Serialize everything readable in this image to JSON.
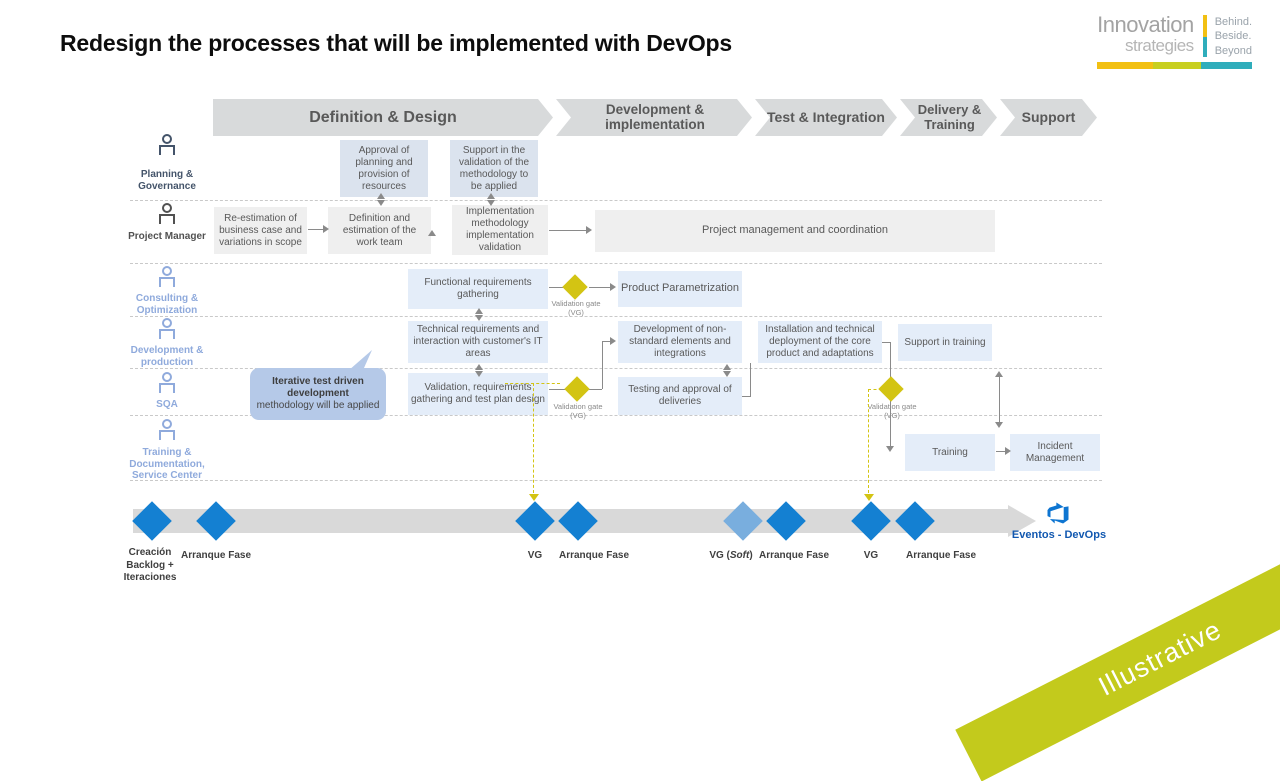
{
  "title": "Redesign the processes that will be implemented with DevOps",
  "logo": {
    "name_top": "Innovation",
    "name_bottom": "strategies",
    "tagline": [
      "Behind.",
      "Beside.",
      "Beyond"
    ]
  },
  "phases": [
    {
      "label": "Definition & Design"
    },
    {
      "label": "Development & implementation"
    },
    {
      "label": "Test & Integration"
    },
    {
      "label": "Delivery & Training"
    },
    {
      "label": "Support"
    }
  ],
  "lanes": [
    {
      "label": "Planning & Governance",
      "color": "#44546a"
    },
    {
      "label": "Project Manager",
      "color": "#515151"
    },
    {
      "label": "Consulting & Optimization",
      "color": "#8faadc"
    },
    {
      "label": "Development & production",
      "color": "#8faadc"
    },
    {
      "label": "SQA",
      "color": "#8faadc"
    },
    {
      "label": "Training & Documentation, Service Center",
      "color": "#8faadc"
    }
  ],
  "boxes": {
    "approval": "Approval of planning and provision of resources",
    "support_validation": "Support in the validation of the methodology to be applied",
    "re_estimation": "Re-estimation of business case and variations in scope",
    "work_team": "Definition and estimation of the work team",
    "impl_methodology": "Implementation methodology implementation validation",
    "project_mgmt": "Project management and coordination",
    "functional_req": "Functional requirements gathering",
    "product_param": "Product Parametrization",
    "technical_req": "Technical requirements and interaction with customer's IT areas",
    "dev_non_standard": "Development of non-standard elements and integrations",
    "installation": "Installation and technical deployment of the core product and adaptations",
    "support_training": "Support in training",
    "validation_req": "Validation, requirements gathering and test plan design",
    "testing_approval": "Testing and approval of deliveries",
    "training": "Training",
    "incident_mgmt": "Incident Management"
  },
  "callout": {
    "bold": "Iterative test driven development",
    "rest": "methodology will be applied"
  },
  "gate_label": "Validation gate (VG)",
  "timeline": {
    "events": [
      {
        "label": "Creación Backlog + Iteraciones"
      },
      {
        "label": "Arranque Fase"
      },
      {
        "label": "VG"
      },
      {
        "label": "Arranque Fase"
      },
      {
        "label": "VG (Soft)"
      },
      {
        "label": "Arranque Fase"
      },
      {
        "label": "VG"
      },
      {
        "label": "Arranque Fase"
      }
    ],
    "vg_soft": {
      "pre": "VG (",
      "italic": "Soft",
      "post": ")"
    },
    "end_label": "Eventos - DevOps"
  },
  "banner": "Illustrative",
  "colors": {
    "blue_diamond": "#1480d2",
    "blue_diamond_soft": "#79aede",
    "gate_yellow": "#d3c413",
    "banner_green": "#c3ca1c",
    "lane_blue": "#8faadc",
    "lane_dark_slate": "#44546a",
    "brand_yellow": "#f2c012",
    "brand_teal": "#2fadbb",
    "devops_blue": "#1158b0"
  },
  "icons": {
    "lane_icon": "person-icon",
    "timeline_end_icon": "azure-devops-icon"
  }
}
